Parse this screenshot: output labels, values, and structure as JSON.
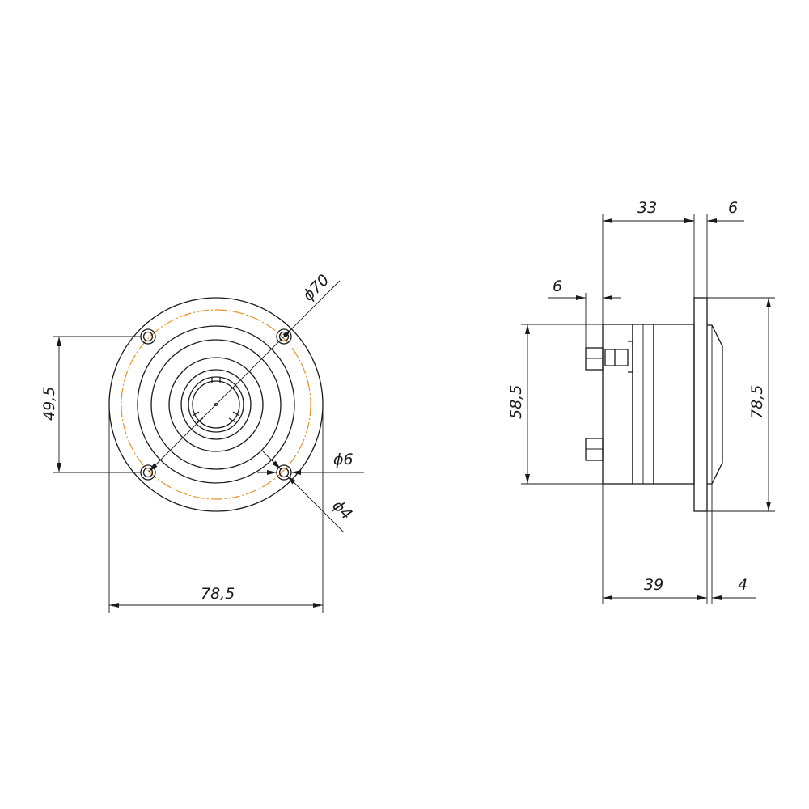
{
  "front_view": {
    "dim_width": "78,5",
    "dim_holes_vertical": "49,5",
    "dim_bolt_circle": "ϕ70",
    "dim_hole_outer": "ϕ6",
    "dim_hole_inner": "ϕ4"
  },
  "side_view": {
    "dim_body_length": "33",
    "dim_flange_thickness": "6",
    "dim_pin_length": "6",
    "dim_body_height": "58,5",
    "dim_flange_height": "78,5",
    "dim_total_length": "39",
    "dim_dome_depth": "4"
  },
  "colors": {
    "line": "#1a1a1a",
    "bolt_circle": "#e8922a",
    "background": "#ffffff"
  }
}
